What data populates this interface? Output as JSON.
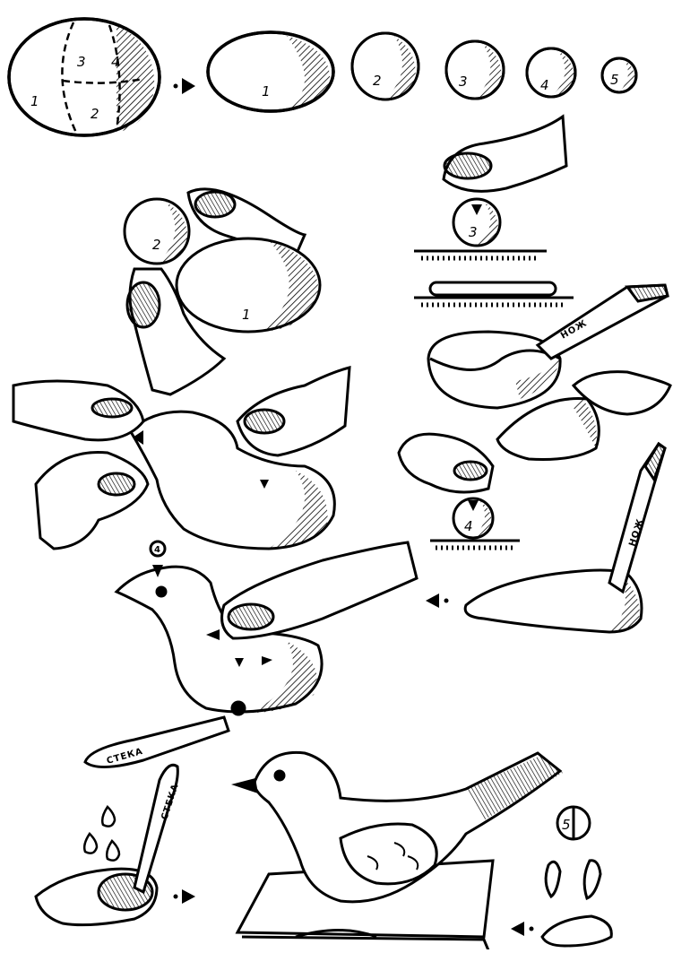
{
  "balls": {
    "big_parts": [
      "1",
      "2",
      "3",
      "4"
    ],
    "pieces": [
      "1",
      "2",
      "3",
      "4",
      "5"
    ]
  },
  "press_ball_label": "3",
  "hand_labels": {
    "small": "2",
    "large": "1"
  },
  "knife_label": "НОЖ",
  "knife2_label": "НОЖ",
  "ball4_label": "4",
  "head_marker": "4",
  "stack_label": "СТЕКА",
  "stack2_label": "СТЕКА",
  "part5_label": "5",
  "colors": {
    "ink": "#000000",
    "paper": "#ffffff"
  }
}
